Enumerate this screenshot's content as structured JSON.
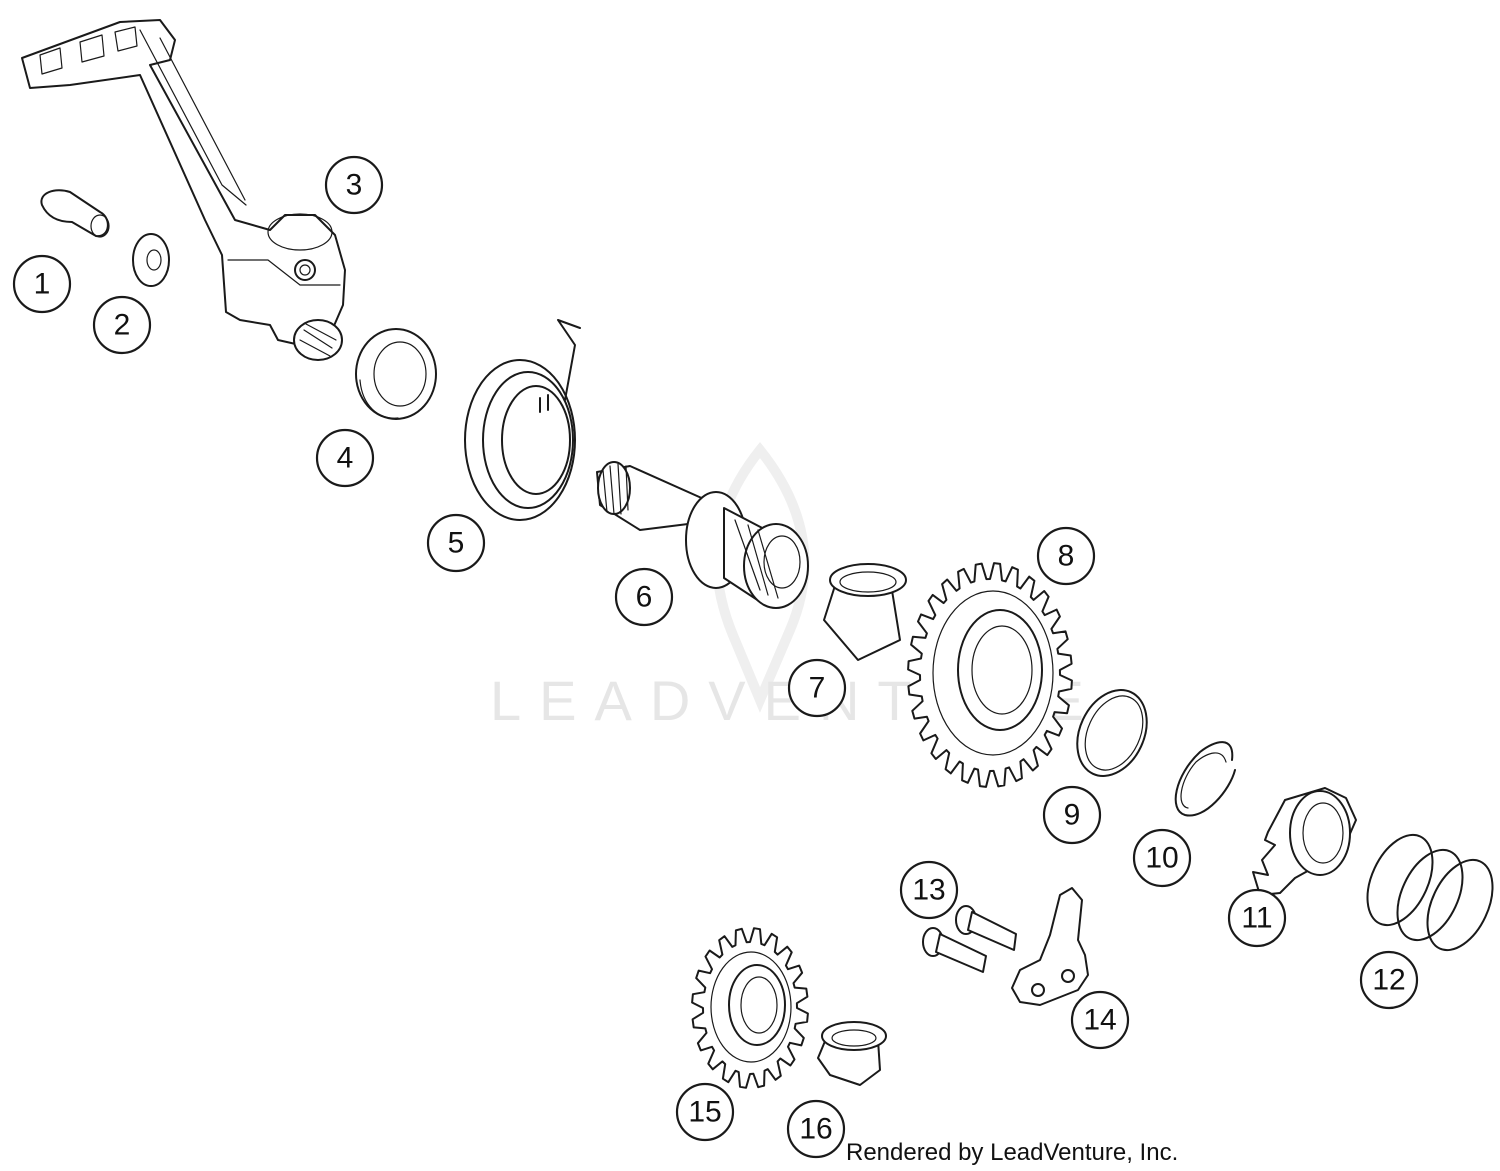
{
  "diagram": {
    "watermark": "LEADVENTURE",
    "footer": "Rendered by LeadVenture, Inc.",
    "callouts": [
      "1",
      "2",
      "3",
      "4",
      "5",
      "6",
      "7",
      "8",
      "9",
      "10",
      "11",
      "12",
      "13",
      "14",
      "15",
      "16"
    ]
  }
}
